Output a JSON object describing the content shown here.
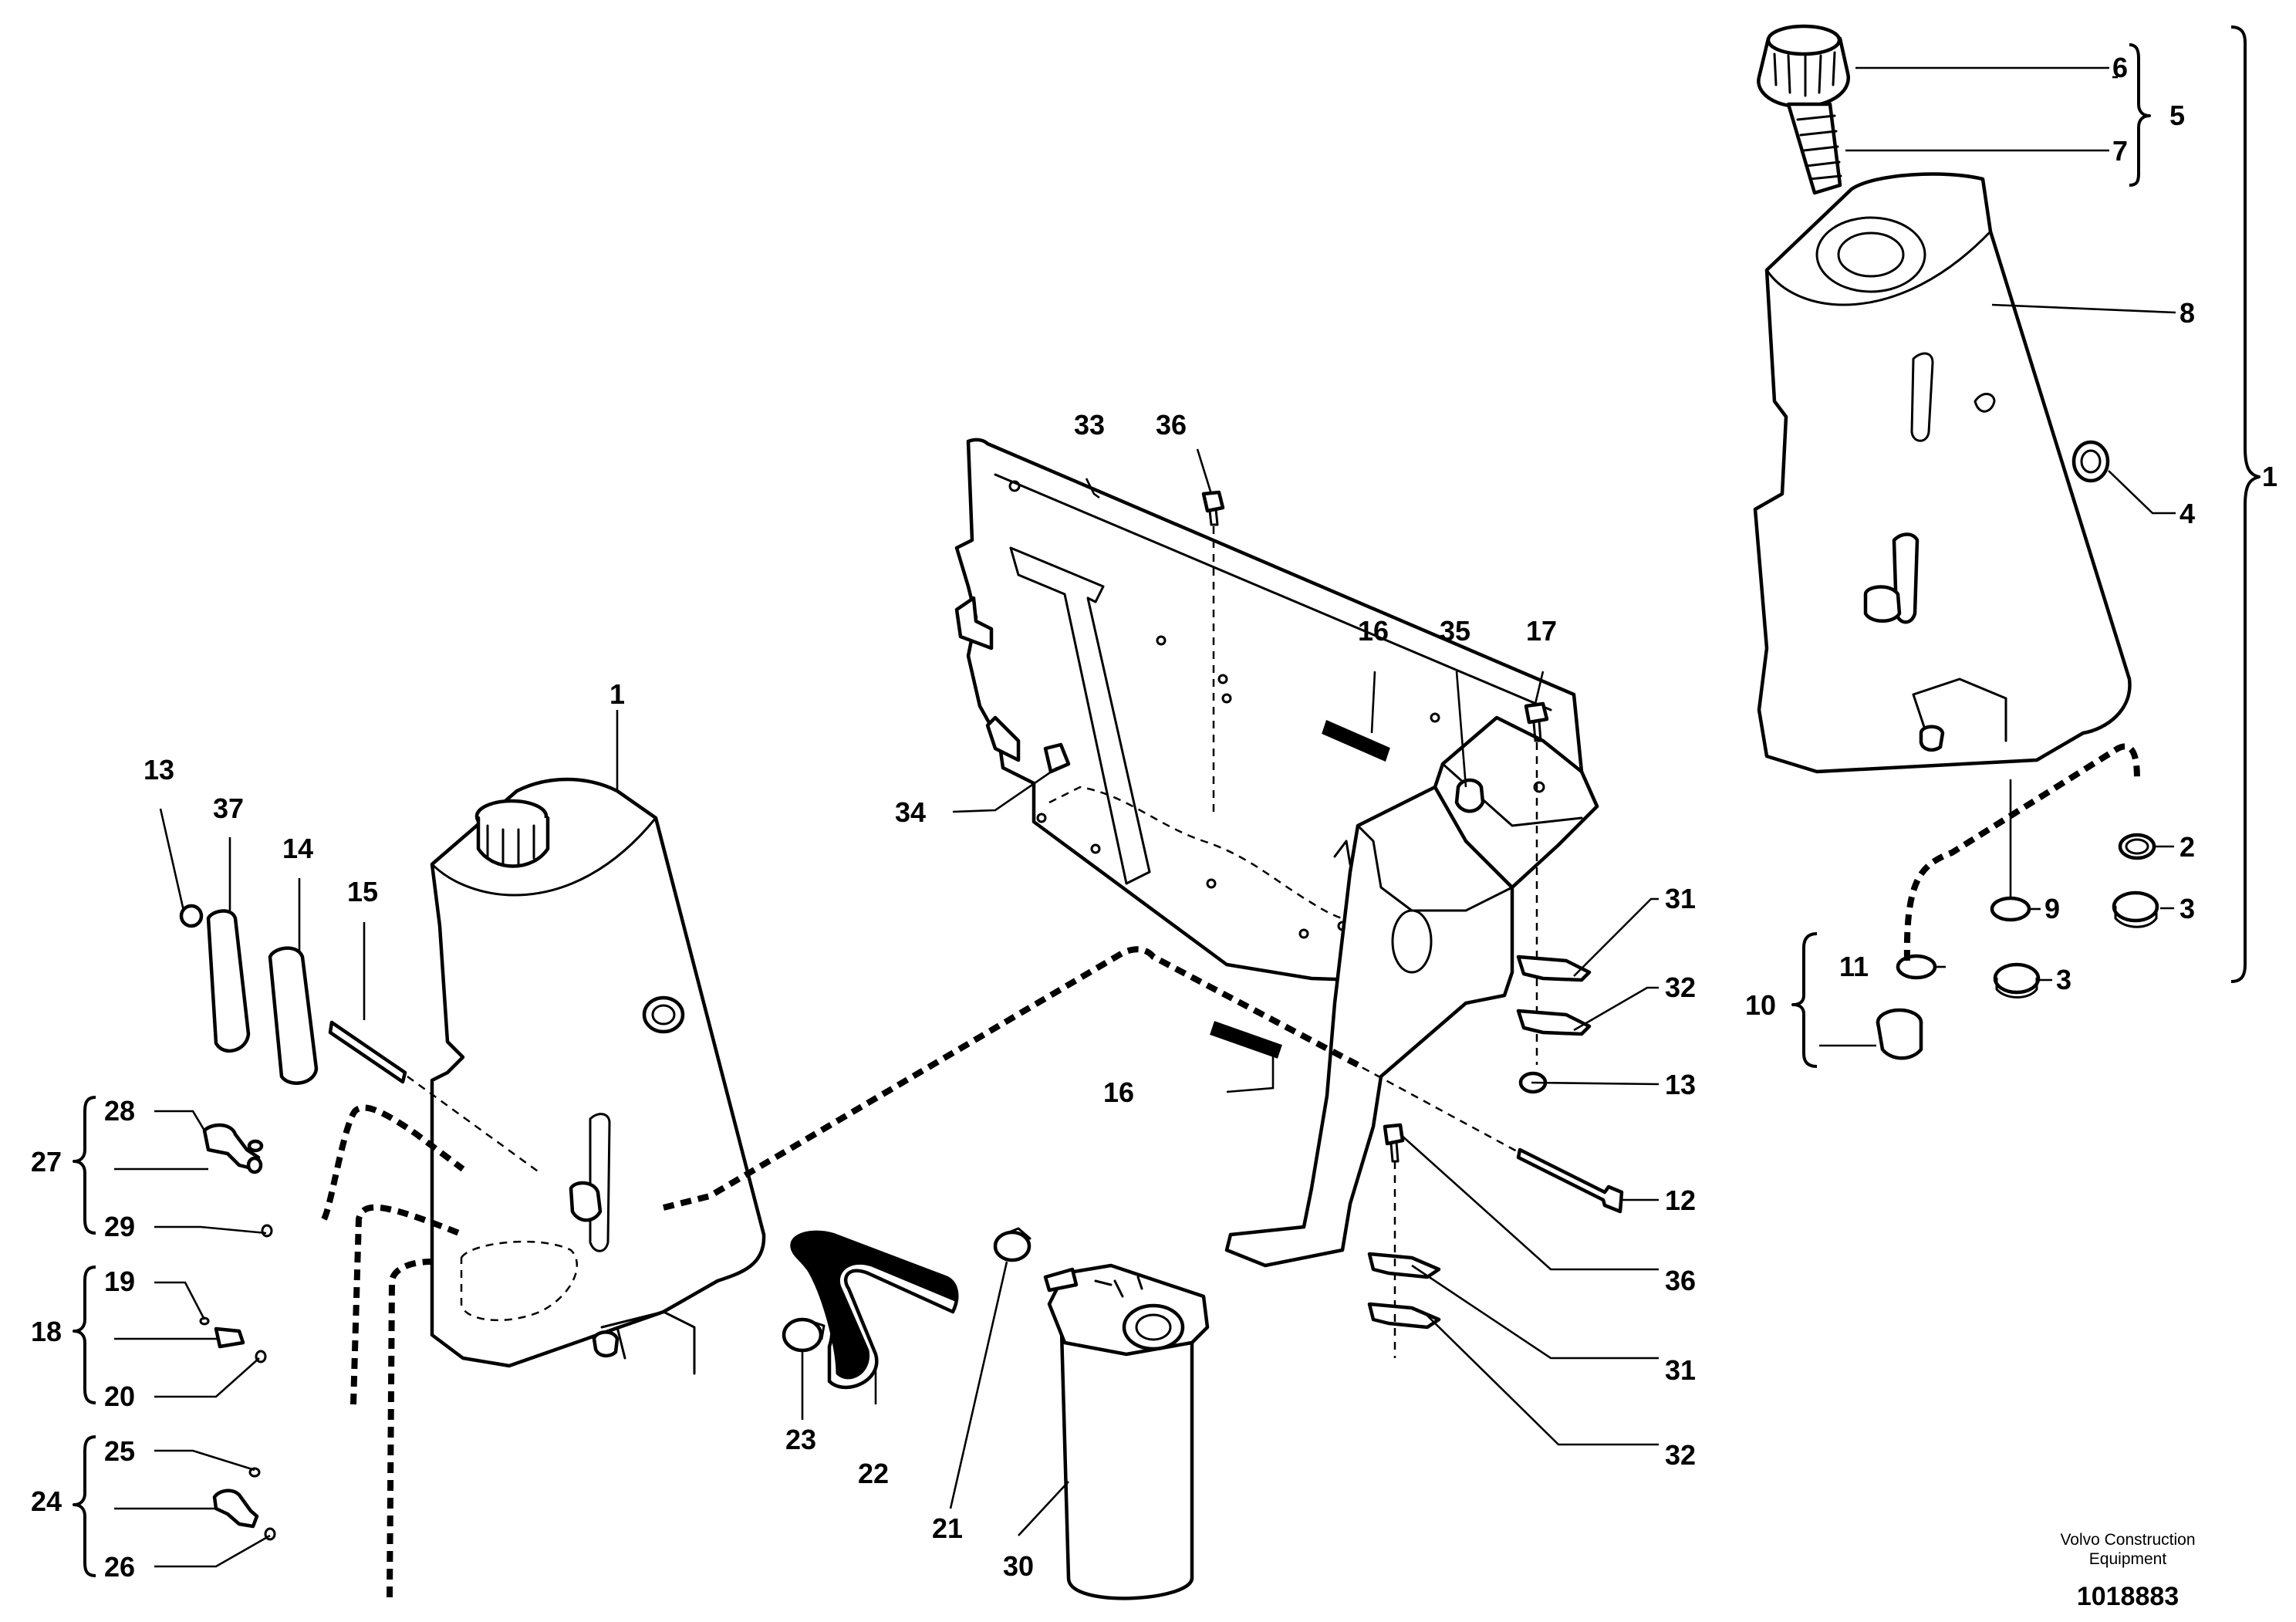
{
  "drawing": {
    "company_line1": "Volvo Construction",
    "company_line2": "Equipment",
    "number": "1018883"
  },
  "callouts": {
    "c1a": "1",
    "c1b": "1",
    "c2": "2",
    "c3a": "3",
    "c3b": "3",
    "c4": "4",
    "c5": "5",
    "c6": "6",
    "c7": "7",
    "c8": "8",
    "c9": "9",
    "c10": "10",
    "c11": "11",
    "c12": "12",
    "c13a": "13",
    "c13b": "13",
    "c14": "14",
    "c15": "15",
    "c16a": "16",
    "c16b": "16",
    "c17": "17",
    "c18": "18",
    "c19": "19",
    "c20": "20",
    "c21": "21",
    "c22": "22",
    "c23": "23",
    "c24": "24",
    "c25": "25",
    "c26": "26",
    "c27": "27",
    "c28": "28",
    "c29": "29",
    "c30": "30",
    "c31a": "31",
    "c31b": "31",
    "c32a": "32",
    "c32b": "32",
    "c33": "33",
    "c34": "34",
    "c35": "35",
    "c36a": "36",
    "c36b": "36",
    "c37": "37"
  }
}
